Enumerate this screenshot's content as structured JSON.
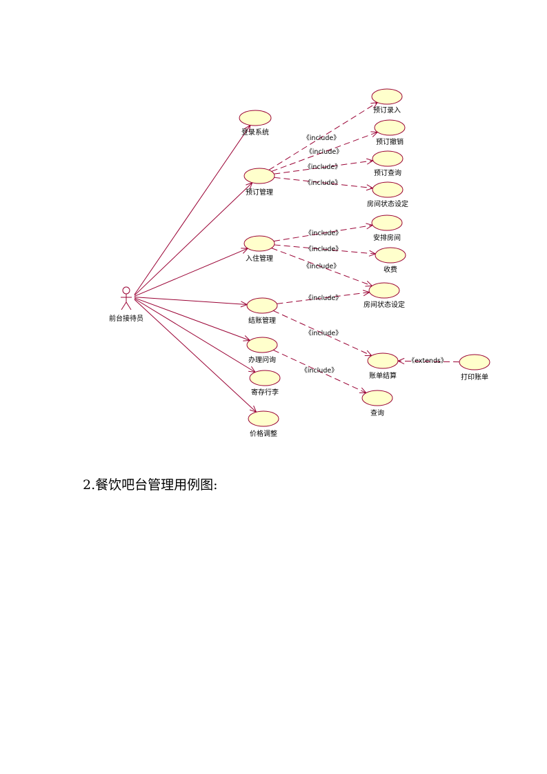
{
  "colors": {
    "usecase_fill": "#ffffcc",
    "stroke": "#990033",
    "text": "#000000"
  },
  "actor": {
    "id": "receptionist",
    "label": "前台接待员"
  },
  "use_cases": [
    {
      "id": "login",
      "label": "登录系统"
    },
    {
      "id": "booking",
      "label": "预订管理"
    },
    {
      "id": "checkin",
      "label": "入住管理"
    },
    {
      "id": "checkout",
      "label": "结账管理"
    },
    {
      "id": "inquiry",
      "label": "办理问询"
    },
    {
      "id": "luggage",
      "label": "寄存行李"
    },
    {
      "id": "price",
      "label": "价格调整"
    },
    {
      "id": "book_entry",
      "label": "预订录入"
    },
    {
      "id": "book_cancel",
      "label": "预订撤销"
    },
    {
      "id": "book_query",
      "label": "预订查询"
    },
    {
      "id": "room_status_1",
      "label": "房间状态设定"
    },
    {
      "id": "arrange_room",
      "label": "安排房间"
    },
    {
      "id": "charge",
      "label": "收费"
    },
    {
      "id": "room_status_2",
      "label": "房间状态设定"
    },
    {
      "id": "bill_settle",
      "label": "账单结算"
    },
    {
      "id": "print_bill",
      "label": "打印账单"
    },
    {
      "id": "query",
      "label": "查询"
    }
  ],
  "associations": [
    {
      "from": "receptionist",
      "to": "login"
    },
    {
      "from": "receptionist",
      "to": "booking"
    },
    {
      "from": "receptionist",
      "to": "checkin"
    },
    {
      "from": "receptionist",
      "to": "checkout"
    },
    {
      "from": "receptionist",
      "to": "inquiry"
    },
    {
      "from": "receptionist",
      "to": "luggage"
    },
    {
      "from": "receptionist",
      "to": "price"
    }
  ],
  "dependencies": [
    {
      "from": "booking",
      "to": "book_entry",
      "label": "《include》"
    },
    {
      "from": "booking",
      "to": "book_cancel",
      "label": "《include》"
    },
    {
      "from": "booking",
      "to": "book_query",
      "label": "《include》"
    },
    {
      "from": "booking",
      "to": "room_status_1",
      "label": "《include》"
    },
    {
      "from": "checkin",
      "to": "arrange_room",
      "label": "《include》"
    },
    {
      "from": "checkin",
      "to": "charge",
      "label": "《include》"
    },
    {
      "from": "checkin",
      "to": "room_status_2",
      "label": "《include》"
    },
    {
      "from": "checkout",
      "to": "room_status_2",
      "label": "《include》"
    },
    {
      "from": "checkout",
      "to": "bill_settle",
      "label": "《include》"
    },
    {
      "from": "print_bill",
      "to": "bill_settle",
      "label": "《extends》"
    },
    {
      "from": "inquiry",
      "to": "query",
      "label": "《include》"
    }
  ],
  "heading": "2.餐饮吧台管理用例图:"
}
